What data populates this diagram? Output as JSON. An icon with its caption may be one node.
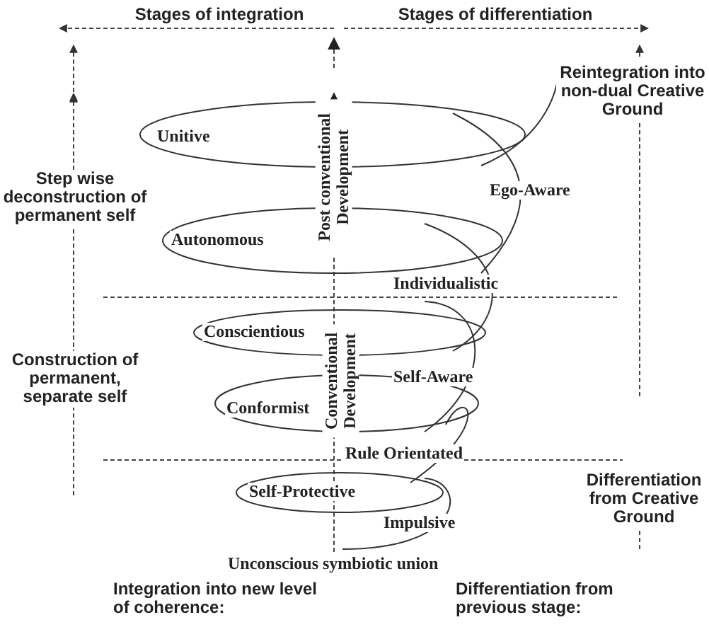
{
  "diagram": {
    "labels": [
      "Stages of integration",
      "Stages of differentiation",
      "Reintegration into non-dual Creative Ground",
      "Unitive",
      "Post conventional Development",
      "Step wise deconstruction of permanent self",
      "Ego-Aware",
      "Autonomous",
      "Individualistic",
      "Conscientious",
      "Conventional Development",
      "Construction of permanent, separate self",
      "Self-Aware",
      "Conformist",
      "Rule Orientated",
      "Self-Protective",
      "Differentiation from Creative Ground",
      "Impulsive",
      "Unconscious symbiotic union",
      "Integration into new level of coherence:",
      "Differentiation from previous stage:"
    ]
  }
}
